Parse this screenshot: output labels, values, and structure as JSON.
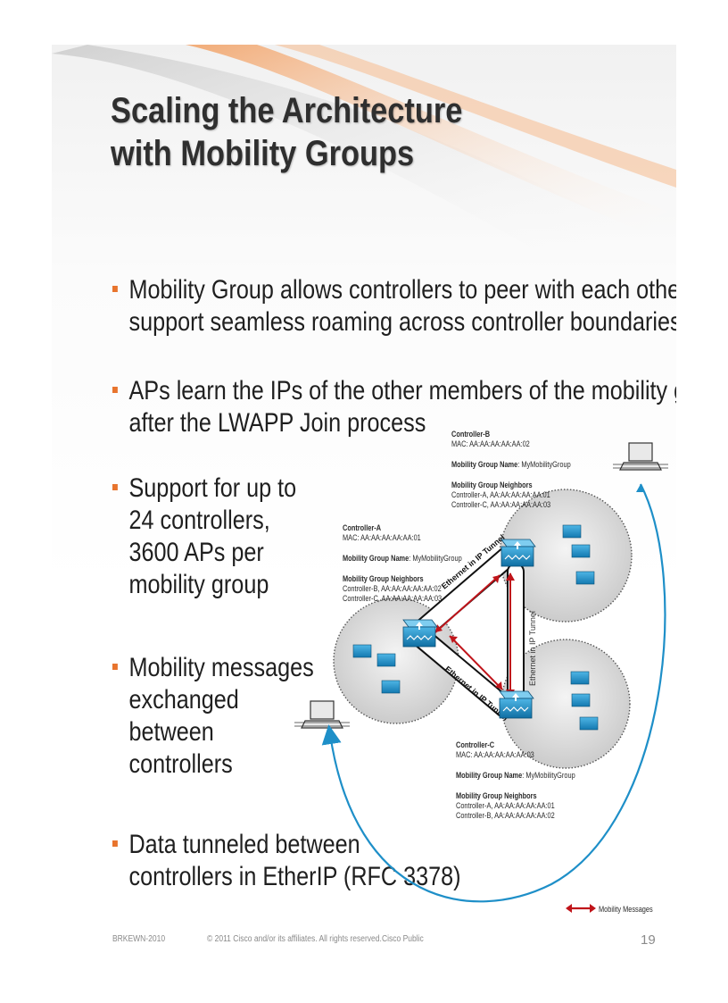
{
  "title": {
    "line1": "Scaling the Architecture",
    "line2": "with Mobility Groups"
  },
  "bullets": [
    {
      "lines": [
        "Mobility Group allows controllers to peer with each other to",
        "support seamless roaming across controller boundaries"
      ]
    },
    {
      "lines": [
        "APs learn the IPs of the other members of the mobility group",
        "after the LWAPP Join process"
      ]
    },
    {
      "lines": [
        "Support for up to",
        "24 controllers,",
        "3600 APs per",
        "mobility group"
      ]
    },
    {
      "lines": [
        "Mobility messages",
        "exchanged",
        "between",
        "controllers"
      ]
    },
    {
      "lines": [
        "Data tunneled between",
        "controllers in EtherIP (RFC 3378)"
      ]
    }
  ],
  "controllers": {
    "b": {
      "name": "Controller-B",
      "mac": "MAC: AA:AA:AA:AA:AA:02",
      "group_label": "Mobility Group Name",
      "group_value": ": MyMobilityGroup",
      "neighbors_label": "Mobility Group Neighbors",
      "neighbors": [
        "Controller-A, AA:AA:AA:AA:AA:01",
        "Controller-C, AA:AA:AA:AA:AA:03"
      ]
    },
    "a": {
      "name": "Controller-A",
      "mac": "MAC: AA:AA:AA:AA:AA:01",
      "group_label": "Mobility Group Name",
      "group_value": ": MyMobilityGroup",
      "neighbors_label": "Mobility Group Neighbors",
      "neighbors": [
        "Controller-B, AA:AA:AA:AA:AA:02",
        "Controller-C, AA:AA:AA:AA:AA:03"
      ]
    },
    "c": {
      "name": "Controller-C",
      "mac": "MAC: AA:AA:AA:AA:AA:03",
      "group_label": "Mobility Group Name",
      "group_value": ": MyMobilityGroup",
      "neighbors_label": "Mobility Group Neighbors",
      "neighbors": [
        "Controller-A, AA:AA:AA:AA:AA:01",
        "Controller-B, AA:AA:AA:AA:AA:02"
      ]
    }
  },
  "tunnel_labels": {
    "ab": "Ethernet in IP Tunnel",
    "bc": "Ethernet in IP Tunnel",
    "ac": "Ethernet in IP Tunnel"
  },
  "legend": {
    "label": "Mobility Messages"
  },
  "footer": {
    "session": "BRKEWN-2010",
    "copyright": "© 2011 Cisco and/or its affiliates. All rights reserved.",
    "classification": "Cisco Public",
    "page": "19"
  },
  "colors": {
    "accent": "#e8742d",
    "arrow": "#c0141a",
    "roam_path": "#1e8fc8",
    "title": "#2f2f2f"
  },
  "icons": [
    "controller-icon",
    "access-point-icon",
    "laptop-icon",
    "double-arrow-icon"
  ]
}
